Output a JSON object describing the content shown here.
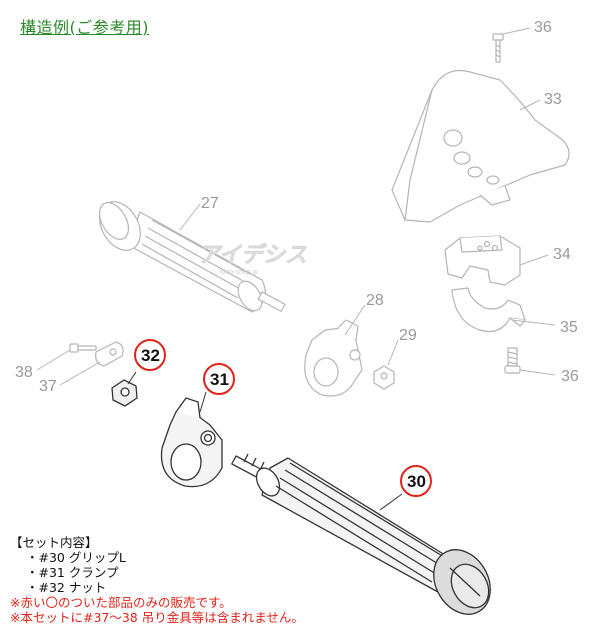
{
  "title": "構造例(ご参考用)",
  "watermark": {
    "main": "アイデシス",
    "sub": "ideo-shop.jp"
  },
  "labels": {
    "p36a": "36",
    "p33": "33",
    "p27": "27",
    "p34": "34",
    "p28": "28",
    "p35": "35",
    "p29": "29",
    "p38": "38",
    "p37": "37",
    "p36b": "36",
    "p32": "32",
    "p31": "31",
    "p30": "30"
  },
  "highlighted_parts": [
    "30",
    "31",
    "32"
  ],
  "notes": {
    "heading": "【セット内容】",
    "items": [
      "・#30 グリップL",
      "・#31 クランプ",
      "・#32 ナット"
    ],
    "warnings": [
      "※赤い〇のついた部品のみの販売です。",
      "※本セットに#37～38 吊り金具等は含まれません。"
    ]
  },
  "colors": {
    "title": "#2a8a2a",
    "highlight_circle": "#e0241a",
    "warning": "#e0241a",
    "faded_line": "#b5b5b5",
    "main_line": "#333333"
  }
}
